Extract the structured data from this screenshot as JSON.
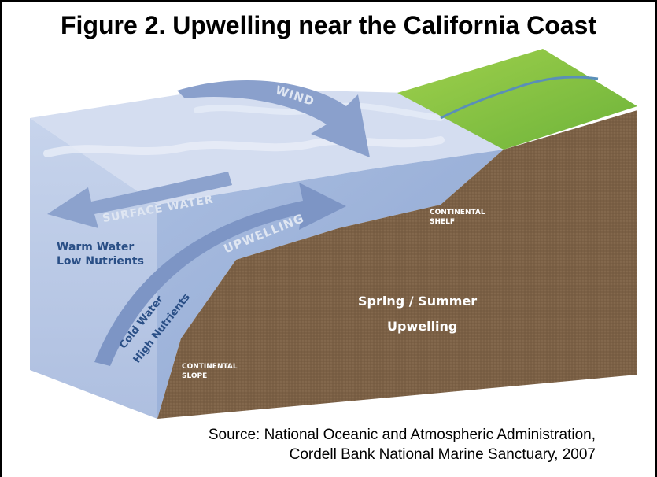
{
  "figure": {
    "title": "Figure 2.  Upwelling near the California Coast",
    "source_line1": "Source: National Oceanic and Atmospheric Administration,",
    "source_line2": "Cordell Bank National Marine Sanctuary, 2007"
  },
  "labels": {
    "wind": "WIND",
    "surface_water": "SURFACE WATER",
    "upwelling_arrow": "UPWELLING",
    "warm_water_1": "Warm Water",
    "warm_water_2": "Low Nutrients",
    "cold_water_1": "Cold Water",
    "cold_water_2": "High Nutrients",
    "continental_shelf_1": "CONTINENTAL",
    "continental_shelf_2": "SHELF",
    "continental_slope_1": "CONTINENTAL",
    "continental_slope_2": "SLOPE",
    "season_1": "Spring / Summer",
    "season_2": "Upwelling"
  },
  "colors": {
    "water_front": "#b7c6e4",
    "water_top": "#cfd9ee",
    "seafloor": "#7b6045",
    "land": "#8cc63f",
    "arrow": "#7f96c6"
  }
}
